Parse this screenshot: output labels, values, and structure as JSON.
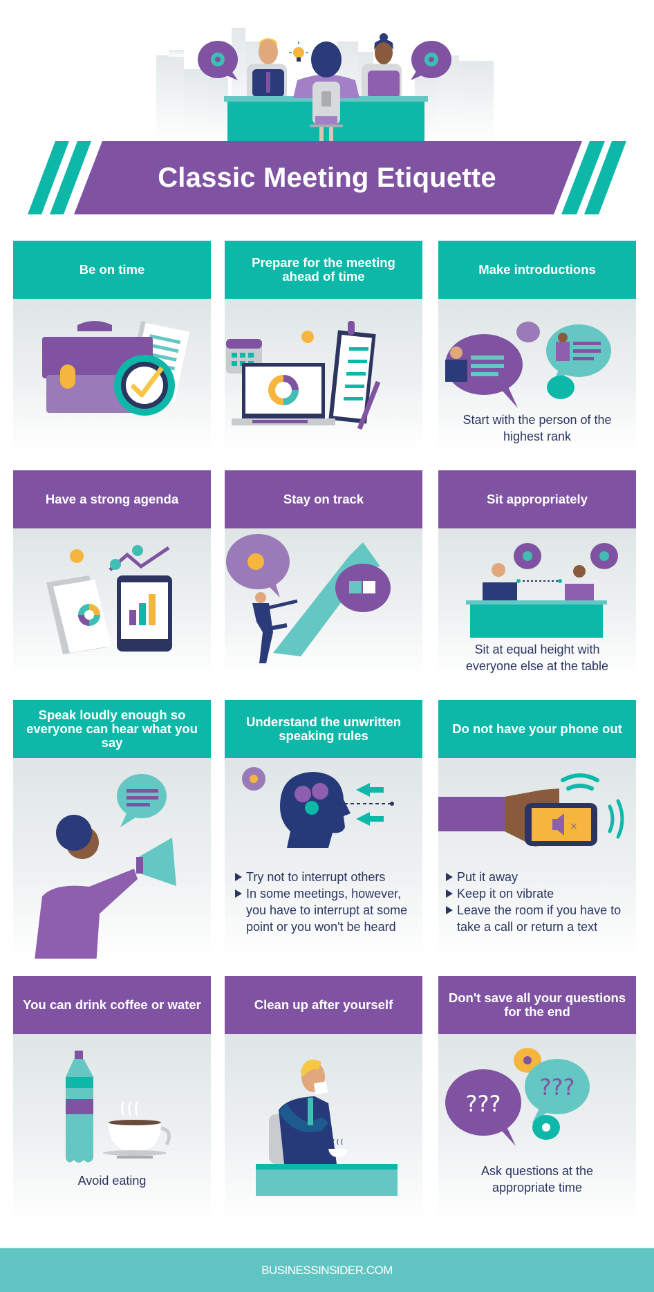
{
  "title": "Classic Meeting Etiquette",
  "colors": {
    "teal": "#0db8a9",
    "purple": "#7f53a1",
    "navy": "#2b3560",
    "footer": "#60c5c2",
    "yellow": "#f6b63e"
  },
  "hero": {
    "illustration": "three-people-meeting-at-table",
    "icons": [
      "gear-speech-bubble-icon",
      "lightbulb-icon",
      "gear-speech-bubble-icon"
    ]
  },
  "cards": [
    {
      "title": "Be on time",
      "header_color": "teal",
      "icon": "briefcase-clock-icon",
      "caption": ""
    },
    {
      "title": "Prepare for the meeting ahead of time",
      "header_color": "teal",
      "icon": "laptop-checklist-icon",
      "caption": ""
    },
    {
      "title": "Make introductions",
      "header_color": "teal",
      "icon": "introduction-bubbles-icon",
      "caption": "Start with the person of the highest rank"
    },
    {
      "title": "Have a strong agenda",
      "header_color": "purple",
      "icon": "agenda-tablet-icon",
      "caption": ""
    },
    {
      "title": "Stay on track",
      "header_color": "purple",
      "icon": "man-climbing-arrow-icon",
      "caption": ""
    },
    {
      "title": "Sit appropriately",
      "header_color": "purple",
      "icon": "equal-seating-icon",
      "caption": "Sit at equal height with everyone else at the table"
    },
    {
      "title": "Speak loudly enough so everyone can hear what you say",
      "header_color": "teal",
      "icon": "megaphone-woman-icon",
      "caption": ""
    },
    {
      "title": "Understand the unwritten speaking rules",
      "header_color": "teal",
      "icon": "head-gears-icon",
      "bullets": [
        "Try not to interrupt others",
        "In some meetings, however, you have to interrupt at some point or you won't be heard"
      ]
    },
    {
      "title": "Do not have your phone out",
      "header_color": "teal",
      "icon": "muted-phone-icon",
      "bullets": [
        "Put it away",
        "Keep it on vibrate",
        "Leave the room if you have to take a call or return a text"
      ]
    },
    {
      "title": "You can drink coffee or water",
      "header_color": "purple",
      "icon": "bottle-coffee-icon",
      "caption": "Avoid eating"
    },
    {
      "title": "Clean up after yourself",
      "header_color": "purple",
      "icon": "man-napkin-icon",
      "caption": ""
    },
    {
      "title": "Don't save all your questions for the end",
      "header_color": "purple",
      "icon": "question-bubbles-icon",
      "caption": "Ask questions at the appropriate time"
    }
  ],
  "footer": {
    "source": "BUSINESSINSIDER.COM"
  }
}
